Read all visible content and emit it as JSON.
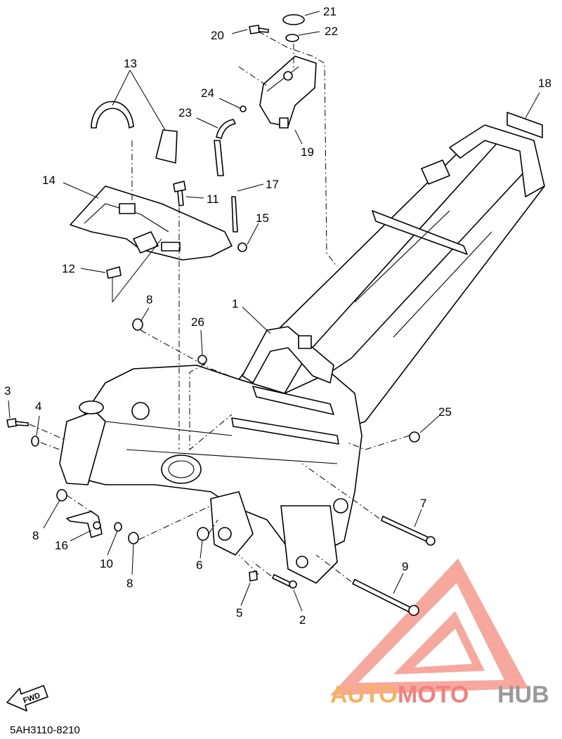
{
  "diagram": {
    "drawing_code": "5AH3110-8210",
    "fwd_label": "FWD",
    "callouts": [
      {
        "id": "c21",
        "label": "21"
      },
      {
        "id": "c20",
        "label": "20"
      },
      {
        "id": "c22",
        "label": "22"
      },
      {
        "id": "c13",
        "label": "13"
      },
      {
        "id": "c24",
        "label": "24"
      },
      {
        "id": "c23",
        "label": "23"
      },
      {
        "id": "c19",
        "label": "19"
      },
      {
        "id": "c18",
        "label": "18"
      },
      {
        "id": "c14",
        "label": "14"
      },
      {
        "id": "c11",
        "label": "11"
      },
      {
        "id": "c17",
        "label": "17"
      },
      {
        "id": "c15",
        "label": "15"
      },
      {
        "id": "c12",
        "label": "12"
      },
      {
        "id": "c8a",
        "label": "8"
      },
      {
        "id": "c1",
        "label": "1"
      },
      {
        "id": "c26",
        "label": "26"
      },
      {
        "id": "c3",
        "label": "3"
      },
      {
        "id": "c4",
        "label": "4"
      },
      {
        "id": "c25",
        "label": "25"
      },
      {
        "id": "c7",
        "label": "7"
      },
      {
        "id": "c8b",
        "label": "8"
      },
      {
        "id": "c16",
        "label": "16"
      },
      {
        "id": "c10",
        "label": "10"
      },
      {
        "id": "c8c",
        "label": "8"
      },
      {
        "id": "c6",
        "label": "6"
      },
      {
        "id": "c9",
        "label": "9"
      },
      {
        "id": "c5",
        "label": "5"
      },
      {
        "id": "c2",
        "label": "2"
      }
    ]
  },
  "watermark": {
    "part1": "AUTO",
    "part2": "MOTO",
    "part3": "HUB",
    "colors": {
      "auto": "#f6b35c",
      "moto": "#f47f7f",
      "hub": "#9a9a9a"
    }
  }
}
